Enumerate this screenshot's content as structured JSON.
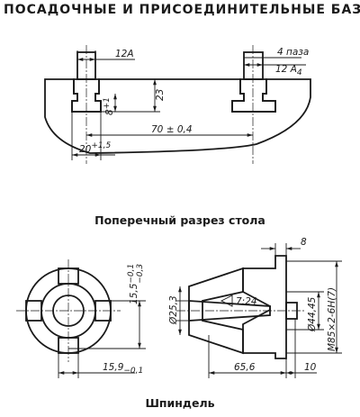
{
  "title": "ПОСАДОЧНЫЕ И ПРИСОЕДИНИТЕЛЬНЫЕ БАЗЫ",
  "table_section": {
    "caption": "Поперечный разрез стола",
    "dims": {
      "slot_width": "12A",
      "slot_count": "4 паза",
      "slot_width_2": "12 A",
      "slot_width_2_sub": "4",
      "depth_23": "23",
      "depth_8": "8",
      "depth_8_tol": "+1",
      "spacing": "70 ± 0,4",
      "bottom_width": "20",
      "bottom_width_tol": "+1,5"
    }
  },
  "spindle_section": {
    "caption": "Шпиндель",
    "dims": {
      "key_offset": "15,5",
      "key_offset_tol_upper": "−0,1",
      "key_offset_tol_lower": "−0,3",
      "key_width": "15,9",
      "key_width_tol": "−0,1",
      "diam_25": "Ø25,3",
      "taper": "7:24",
      "diam_44": "Ø44,45",
      "thread": "M85×2-6H(7)",
      "top_8": "8",
      "len_65": "65,6",
      "len_10": "10"
    }
  }
}
